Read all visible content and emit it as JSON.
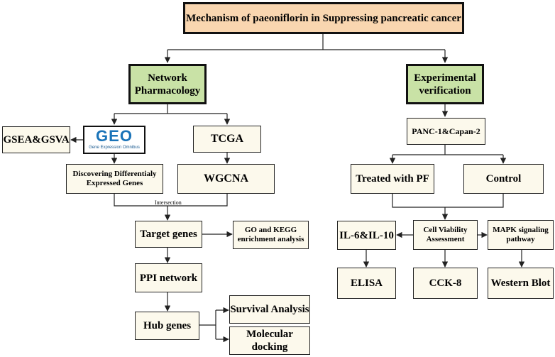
{
  "title": "Mechanism of paeoniflorin in Suppressing pancreatic cancer",
  "branches": {
    "network": "Network Pharmacology",
    "experimental": "Experimental verification"
  },
  "network": {
    "gsea": "GSEA&GSVA",
    "geo_logo": "GEO",
    "geo_subtitle": "Gene Expression Omnibus",
    "tcga": "TCGA",
    "deg": "Discovering Differentialy Expressed Genes",
    "wgcna": "WGCNA",
    "intersection": "Intersection",
    "target": "Target genes",
    "enrichment": "GO and KEGG enrichment analysis",
    "ppi": "PPI network",
    "hub": "Hub genes",
    "survival": "Survival Analysis",
    "docking": "Molecular docking"
  },
  "experimental": {
    "cells": "PANC-1&Capan-2",
    "treated": "Treated with PF",
    "control": "Control",
    "il": "IL-6&IL-10",
    "viability": "Cell Viability Assessment",
    "mapk": "MAPK signaling pathway",
    "elisa": "ELISA",
    "cck8": "CCK-8",
    "western": "Western Blot"
  }
}
